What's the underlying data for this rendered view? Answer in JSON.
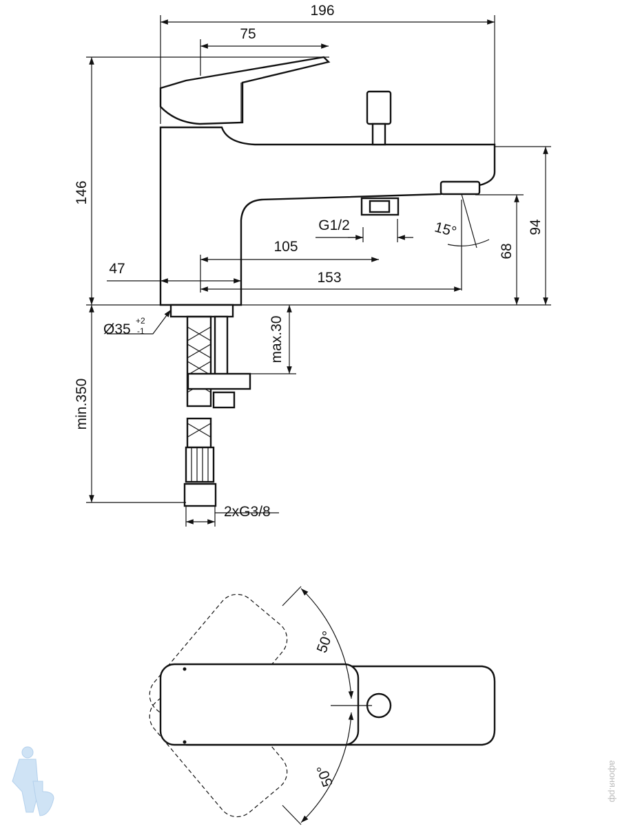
{
  "side_view": {
    "dim_overall_length": "196",
    "dim_lever_length": "75",
    "dim_height": "146",
    "dim_body_width": "47",
    "dim_outlet_to_diverter": "105",
    "dim_spout_reach": "153",
    "outlet_thread": "G1/2",
    "outlet_angle": "15°",
    "dim_outlet_height": "68",
    "dim_spout_height": "94",
    "hole_diameter": "Ø35",
    "hole_tol_plus": "+2",
    "hole_tol_minus": "-1",
    "dim_max_deck": "max.30",
    "dim_min_hose": "min.350",
    "inlet_thread": "2xG3/8"
  },
  "top_view": {
    "angle_upper": "50°",
    "angle_lower": "50°"
  },
  "watermark": "афоня.рф",
  "colors": {
    "line": "#111111",
    "logo": "#cfe3f5"
  }
}
